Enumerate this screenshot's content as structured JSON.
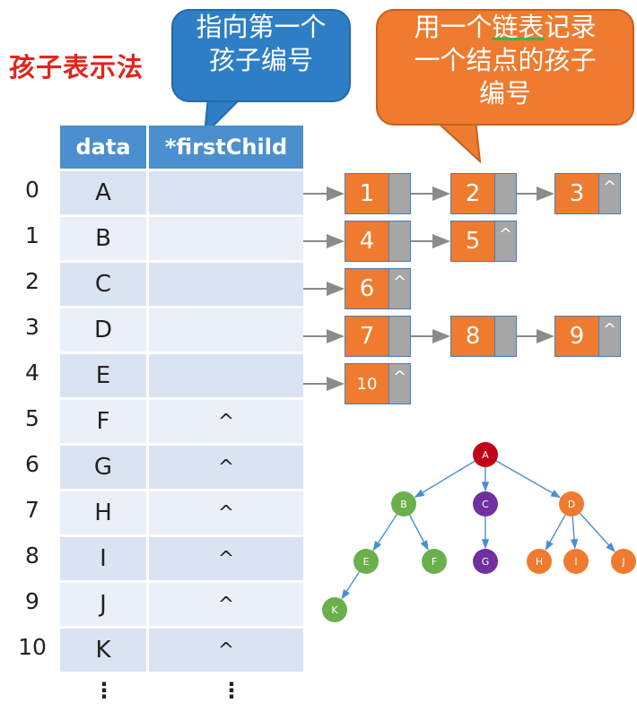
{
  "title": "孩子表示法",
  "callout_first": [
    "指向第一个",
    "孩子编号"
  ],
  "callout_list": {
    "line1_pre": "用一个",
    "line1_hl": "链表",
    "line1_post": "记录",
    "line2": "一个结点的孩子",
    "line3": "编号"
  },
  "table": {
    "headers": [
      "data",
      "*firstChild"
    ],
    "rows": [
      {
        "index": "0",
        "data": "A",
        "first": ""
      },
      {
        "index": "1",
        "data": "B",
        "first": ""
      },
      {
        "index": "2",
        "data": "C",
        "first": ""
      },
      {
        "index": "3",
        "data": "D",
        "first": ""
      },
      {
        "index": "4",
        "data": "E",
        "first": ""
      },
      {
        "index": "5",
        "data": "F",
        "first": "^"
      },
      {
        "index": "6",
        "data": "G",
        "first": "^"
      },
      {
        "index": "7",
        "data": "H",
        "first": "^"
      },
      {
        "index": "8",
        "data": "I",
        "first": "^"
      },
      {
        "index": "9",
        "data": "J",
        "first": "^"
      },
      {
        "index": "10",
        "data": "K",
        "first": "^"
      }
    ],
    "continuation": "⋮"
  },
  "child_lists": [
    {
      "parent": "A",
      "children": [
        "1",
        "2",
        "3"
      ]
    },
    {
      "parent": "B",
      "children": [
        "4",
        "5"
      ]
    },
    {
      "parent": "C",
      "children": [
        "6"
      ]
    },
    {
      "parent": "D",
      "children": [
        "7",
        "8",
        "9"
      ]
    },
    {
      "parent": "E",
      "children": [
        "10"
      ]
    }
  ],
  "null_symbol": "^",
  "tree": {
    "nodes": [
      {
        "id": "A",
        "color": "#c0001a"
      },
      {
        "id": "B",
        "color": "#6ab04c"
      },
      {
        "id": "C",
        "color": "#7030a0"
      },
      {
        "id": "D",
        "color": "#ee7b2f"
      },
      {
        "id": "E",
        "color": "#6ab04c"
      },
      {
        "id": "F",
        "color": "#6ab04c"
      },
      {
        "id": "G",
        "color": "#7030a0"
      },
      {
        "id": "H",
        "color": "#ee7b2f"
      },
      {
        "id": "I",
        "color": "#ee7b2f"
      },
      {
        "id": "J",
        "color": "#ee7b2f"
      },
      {
        "id": "K",
        "color": "#6ab04c"
      }
    ],
    "edges": [
      [
        "A",
        "B"
      ],
      [
        "A",
        "C"
      ],
      [
        "A",
        "D"
      ],
      [
        "B",
        "E"
      ],
      [
        "B",
        "F"
      ],
      [
        "C",
        "G"
      ],
      [
        "D",
        "H"
      ],
      [
        "D",
        "I"
      ],
      [
        "D",
        "J"
      ],
      [
        "E",
        "K"
      ]
    ]
  },
  "colors": {
    "title": "#e0251c",
    "header": "#4b8fcf",
    "node_value": "#ee7b2f",
    "node_pointer": "#a6a6a6",
    "callout_blue": "#2e7ec6",
    "callout_orange": "#ee7b2f"
  }
}
